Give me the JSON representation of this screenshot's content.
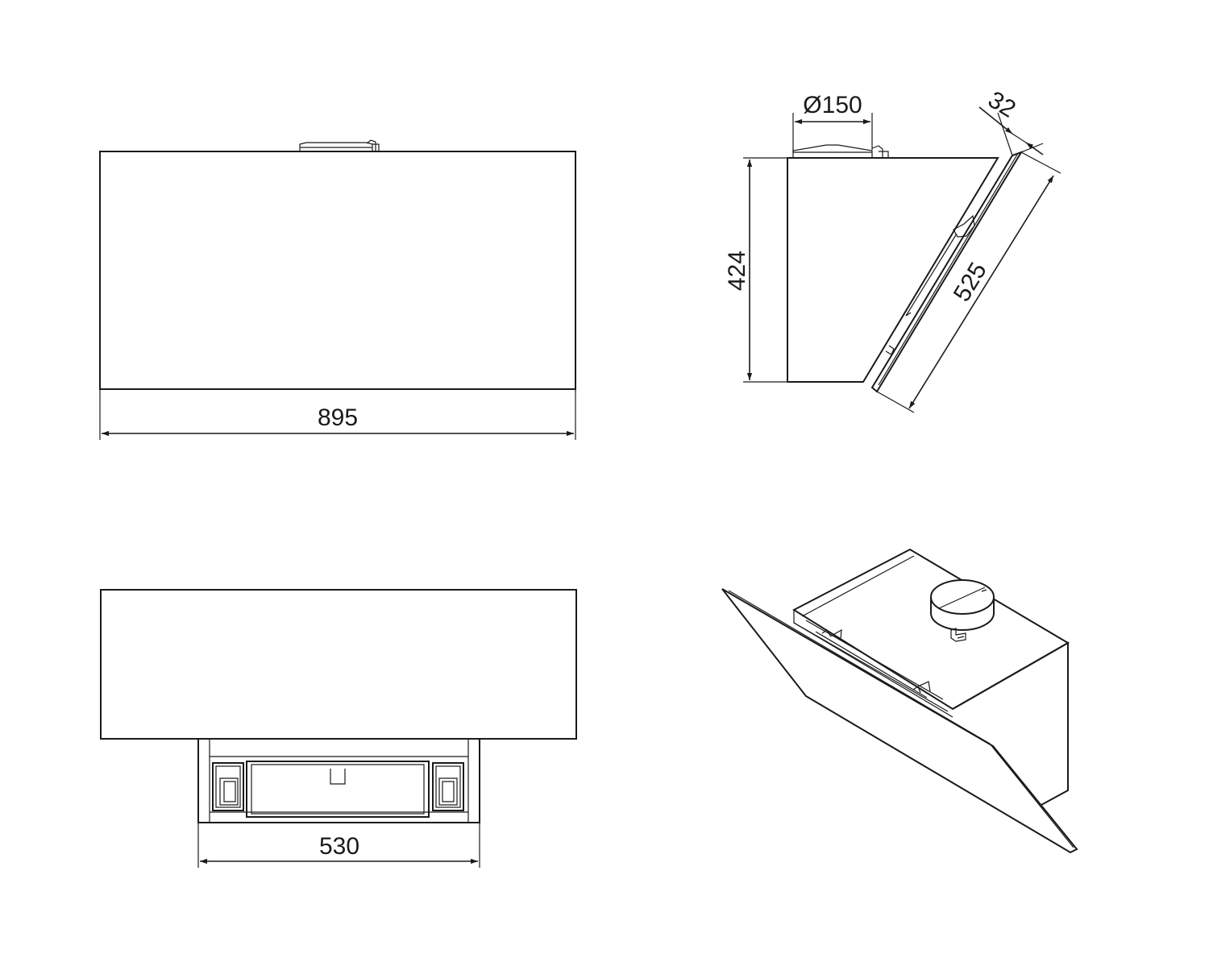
{
  "dimensions": {
    "width_front": "895",
    "width_bottom": "530",
    "height_side": "424",
    "duct_diameter": "Ø150",
    "panel_thickness": "32",
    "panel_length": "525"
  }
}
